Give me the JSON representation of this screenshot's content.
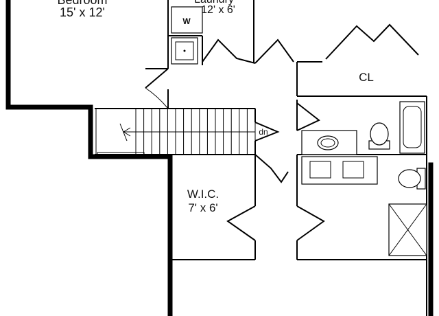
{
  "rooms": {
    "bedroom": {
      "name": "Bedroom",
      "size": "15' x 12'"
    },
    "laundry": {
      "name": "Laundry",
      "size": "12' x 6'"
    },
    "washer_mark": "W",
    "closet": {
      "name": "CL"
    },
    "stair": {
      "label": "dn"
    },
    "wic": {
      "name": "W.I.C.",
      "size": "7' x 6'"
    }
  }
}
